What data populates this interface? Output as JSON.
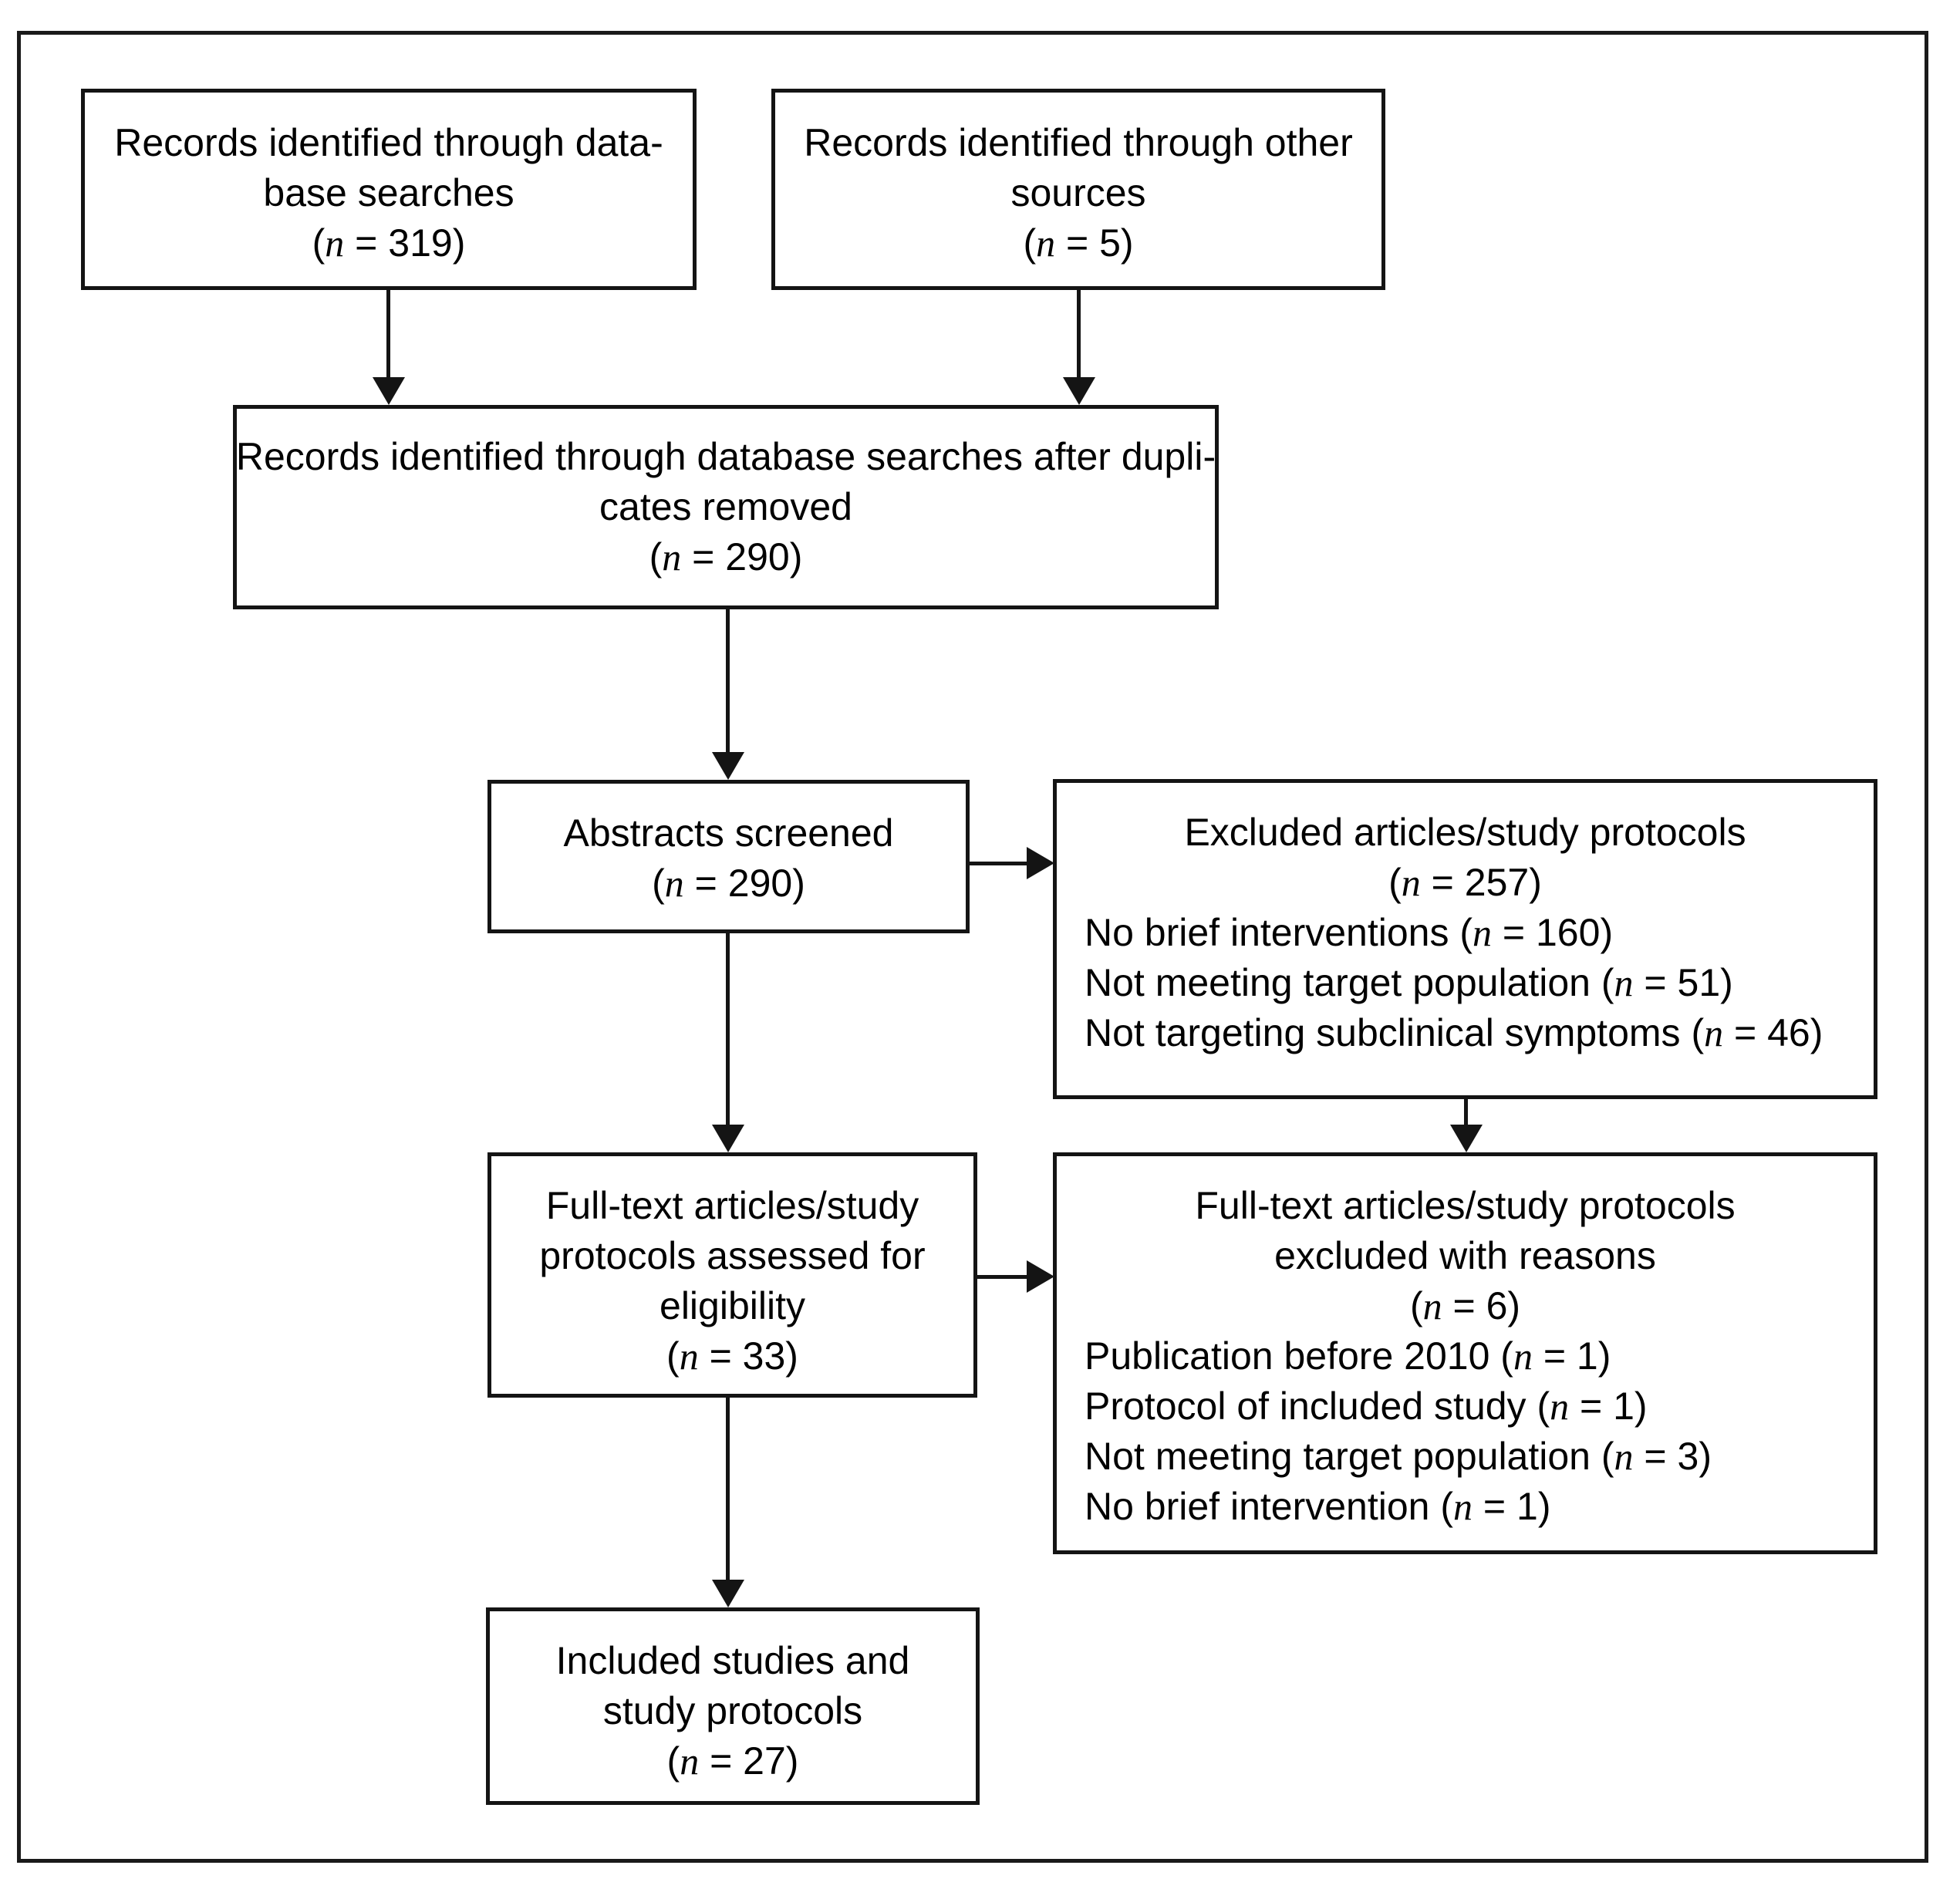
{
  "figure": {
    "type": "prisma-flow-diagram",
    "title": "",
    "border_color": "#141414",
    "background_color": "#ffffff",
    "text_color": "#000000"
  },
  "nodes": {
    "db_searches": {
      "name": "records-identified-database-searches",
      "lines": [
        "Records identified through data-",
        "base searches"
      ],
      "count_prefix": "(",
      "count_var": "n",
      "count_eq": " = ",
      "count_value": "319",
      "count_suffix": ")",
      "count_label": "(n = 319)"
    },
    "other_sources": {
      "name": "records-identified-other-sources",
      "lines": [
        "Records identified through other",
        "sources"
      ],
      "count_var": "n",
      "count_value": "5",
      "count_label": "(n = 5)"
    },
    "duplicates_removed": {
      "name": "records-after-duplicates-removed",
      "lines": [
        "Records identified through database searches after dupli-",
        "cates removed"
      ],
      "count_var": "n",
      "count_value": "290",
      "count_label": "(n = 290)"
    },
    "abstracts_screened": {
      "name": "abstracts-screened",
      "lines": [
        "Abstracts screened"
      ],
      "count_var": "n",
      "count_value": "290",
      "count_label": "(n = 290)"
    },
    "excluded_abstracts": {
      "name": "excluded-articles-study-protocols",
      "lines": [
        "Excluded articles/study protocols"
      ],
      "count_var": "n",
      "count_value": "257",
      "count_label": "(n = 257)",
      "reasons": [
        {
          "text": "No brief interventions",
          "var": "n",
          "value": "160",
          "full": "No brief interventions (n = 160)"
        },
        {
          "text": "Not meeting target population",
          "var": "n",
          "value": "51",
          "full": "Not meeting target population (n = 51)"
        },
        {
          "text": "Not targeting subclinical symptoms",
          "var": "n",
          "value": "46",
          "full": "Not targeting subclinical symptoms (n = 46)"
        }
      ]
    },
    "fulltext_assessed": {
      "name": "full-text-articles-assessed-for-eligibility",
      "lines": [
        "Full-text articles/study",
        "protocols assessed for",
        "eligibility"
      ],
      "count_var": "n",
      "count_value": "33",
      "count_label": "(n = 33)"
    },
    "fulltext_excluded": {
      "name": "full-text-articles-excluded-with-reasons",
      "lines": [
        "Full-text articles/study protocols",
        "excluded with reasons"
      ],
      "count_var": "n",
      "count_value": "6",
      "count_label": "(n = 6)",
      "reasons": [
        {
          "text": "Publication before 2010",
          "var": "n",
          "value": "1",
          "full": "Publication before 2010 (n = 1)"
        },
        {
          "text": "Protocol of included study",
          "var": "n",
          "value": "1",
          "full": "Protocol of included study (n = 1)"
        },
        {
          "text": "Not meeting target population",
          "var": "n",
          "value": "3",
          "full": "Not meeting target population (n = 3)"
        },
        {
          "text": "No brief intervention",
          "var": "n",
          "value": "1",
          "full": "No brief intervention (n = 1)"
        }
      ]
    },
    "included": {
      "name": "included-studies-and-study-protocols",
      "lines": [
        "Included studies and",
        "study protocols"
      ],
      "count_var": "n",
      "count_value": "27",
      "count_label": "(n = 27)"
    }
  },
  "connectors": [
    {
      "name": "db-searches-to-duplicates",
      "from": "db_searches",
      "to": "duplicates_removed",
      "direction": "down"
    },
    {
      "name": "other-sources-to-duplicates",
      "from": "other_sources",
      "to": "duplicates_removed",
      "direction": "down"
    },
    {
      "name": "duplicates-to-abstracts",
      "from": "duplicates_removed",
      "to": "abstracts_screened",
      "direction": "down"
    },
    {
      "name": "abstracts-to-excluded",
      "from": "abstracts_screened",
      "to": "excluded_abstracts",
      "direction": "right"
    },
    {
      "name": "abstracts-to-fulltext",
      "from": "abstracts_screened",
      "to": "fulltext_assessed",
      "direction": "down"
    },
    {
      "name": "excluded-to-fulltext-excluded",
      "from": "excluded_abstracts",
      "to": "fulltext_excluded",
      "direction": "down"
    },
    {
      "name": "fulltext-to-fulltext-excluded",
      "from": "fulltext_assessed",
      "to": "fulltext_excluded",
      "direction": "right"
    },
    {
      "name": "fulltext-to-included",
      "from": "fulltext_assessed",
      "to": "included",
      "direction": "down"
    }
  ]
}
